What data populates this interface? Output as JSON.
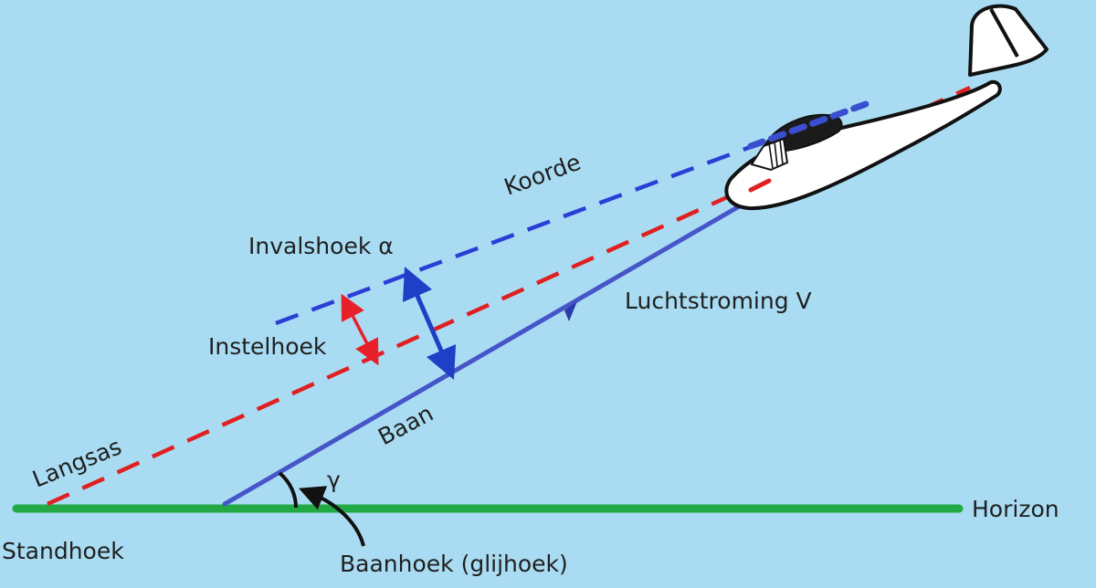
{
  "labels": {
    "koorde": "Koorde",
    "invalshoek": "Invalshoek α",
    "luchtstroming": "Luchtstroming V",
    "instelhoek": "Instelhoek",
    "baan": "Baan",
    "langsas": "Langsas",
    "gamma": "γ",
    "horizon": "Horizon",
    "standhoek": "Standhoek",
    "baanhoek": "Baanhoek (glijhoek)"
  },
  "colors": {
    "background": "#a9dcf3",
    "koorde_line": "#2b3fd6",
    "langsas_line": "#e02020",
    "baan_line": "#4656c8",
    "horizon_line": "#22a844",
    "red_arrow": "#e8202a",
    "blue_arrow": "#1f3fc6",
    "glider_fill": "#ffffff",
    "outline": "#111111"
  }
}
